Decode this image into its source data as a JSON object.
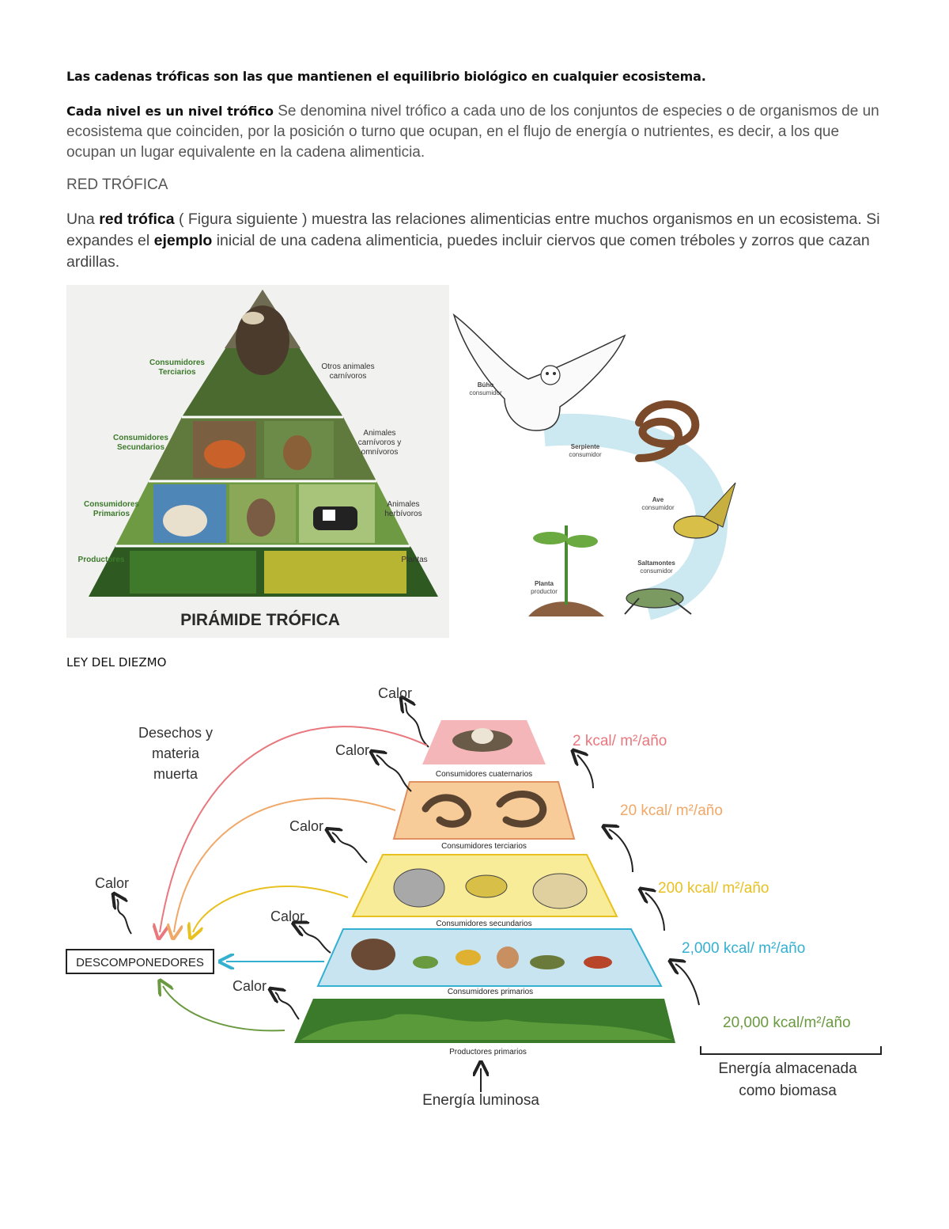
{
  "text": {
    "intro": "Las cadenas tróficas son las que mantienen el equilibrio biológico en cualquier ecosistema.",
    "def_lead": "Cada nivel es un nivel trófico",
    "def_body": " Se denomina nivel trófico a cada uno de los conjuntos de especies o de organismos de un ecosistema que coinciden, por la posición o turno que ocupan, en el flujo de energía o nutrientes, es decir, a los que ocupan un lugar equivalente en la cadena alimenticia.",
    "red_heading": "RED TRÓFICA",
    "red_p1": "Una ",
    "red_b1": "red trófica",
    "red_p2": " ( Figura siguiente ) muestra las relaciones alimenticias entre muchos organismos en un ecosistema. Si expandes el ",
    "red_b2": "ejemplo",
    "red_p3": " inicial de una cadena alimenticia, puedes incluir ciervos que comen tréboles y zorros que cazan ardillas.",
    "ley_heading": "LEY DEL DIEZMO"
  },
  "piramide": {
    "title": "PIRÁMIDE TRÓFICA",
    "left": {
      "terciarios": [
        "Consumidores",
        "Terciarios"
      ],
      "secundarios": [
        "Consumidores",
        "Secundarios"
      ],
      "primarios": [
        "Consumidores",
        "Primarios"
      ],
      "productores": "Productores"
    },
    "right": {
      "otros": [
        "Otros animales",
        "carnívoros"
      ],
      "carnivoros": [
        "Animales",
        "carnívoros y",
        "omnívoros"
      ],
      "herbivoros": [
        "Animales",
        "herbívoros"
      ],
      "plantas": "Plantas"
    }
  },
  "cadena": {
    "buho": [
      "Búho",
      "consumidor"
    ],
    "serpiente": [
      "Serpiente",
      "consumidor"
    ],
    "ave": [
      "Ave",
      "consumidor"
    ],
    "saltamontes": [
      "Saltamontes",
      "consumidor"
    ],
    "planta": [
      "Planta",
      "productor"
    ]
  },
  "diezmo": {
    "levels": {
      "cuaternarios": "Consumidores cuaternarios",
      "terciarios": "Consumidores terciarios",
      "secundarios": "Consumidores secundarios",
      "primarios": "Consumidores primarios",
      "productores": "Productores primarios"
    },
    "energy": {
      "e1": "2 kcal/ m²/año",
      "e2": "20 kcal/ m²/año",
      "e3": "200 kcal/ m²/año",
      "e4": "2,000 kcal/ m²/año",
      "e5": "20,000 kcal/m²/año"
    },
    "calor": "Calor",
    "desechos": [
      "Desechos y",
      "materia",
      "muerta"
    ],
    "descomponedores": "DESCOMPONEDORES",
    "luminosa": "Energía luminosa",
    "biomasa": [
      "Energía almacenada",
      "como biomasa"
    ]
  },
  "colors": {
    "e1": "#e8787e",
    "e2": "#f0a868",
    "e3": "#e8c020",
    "e4": "#34b0d0",
    "e5": "#6a9a40"
  }
}
